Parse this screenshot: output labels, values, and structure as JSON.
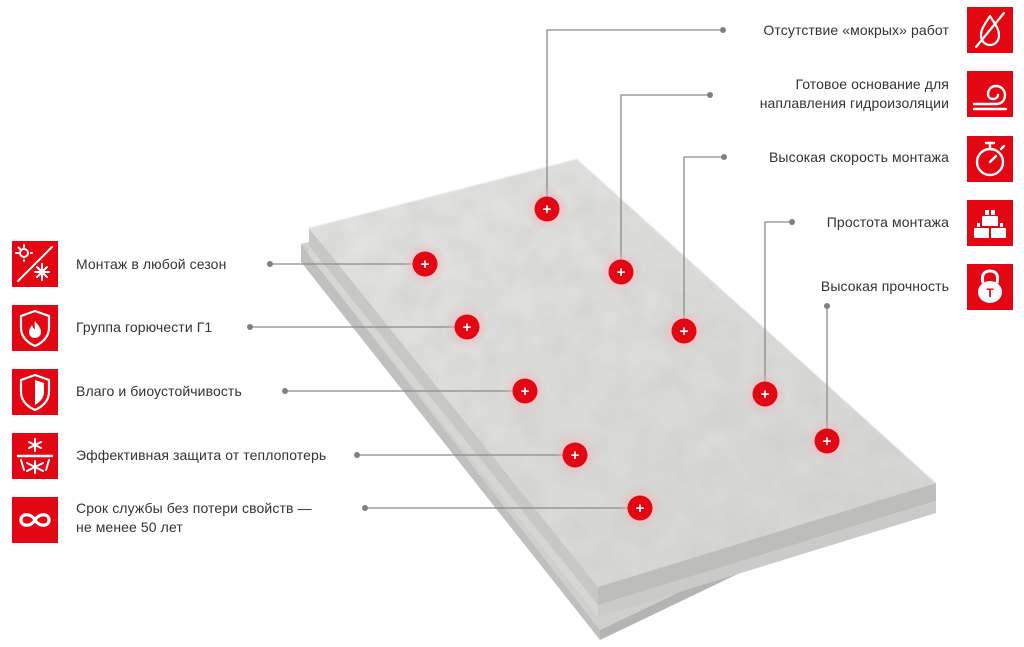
{
  "colors": {
    "accent": "#e30613",
    "line": "#808080",
    "text": "#333333"
  },
  "left_features": [
    {
      "id": "all-season",
      "label": "Монтаж в любой сезон",
      "icon": "sun-snowflake-icon"
    },
    {
      "id": "fire-class",
      "label": "Группа горючести Г1",
      "icon": "flame-shield-icon"
    },
    {
      "id": "bio-resistance",
      "label": "Влаго и биоустойчивость",
      "icon": "shield-icon"
    },
    {
      "id": "heat-loss",
      "label": "Эффективная защита от теплопотерь",
      "icon": "snowflake-sun-icon"
    },
    {
      "id": "lifetime",
      "label": "Срок службы без потери свойств —\nне менее 50 лет",
      "icon": "infinity-icon"
    }
  ],
  "right_features": [
    {
      "id": "no-wet-work",
      "label": "Отсутствие «мокрых» работ",
      "icon": "no-drop-icon"
    },
    {
      "id": "waterproof-base",
      "label": "Готовое основание для\nнаплавления гидроизоляции",
      "icon": "membrane-roll-icon"
    },
    {
      "id": "fast-install",
      "label": "Высокая скорость монтажа",
      "icon": "stopwatch-icon"
    },
    {
      "id": "simple-install",
      "label": "Простота монтажа",
      "icon": "bricks-icon"
    },
    {
      "id": "high-strength",
      "label": "Высокая прочность",
      "icon": "kettlebell-icon"
    }
  ],
  "hotspot_symbol": "+"
}
